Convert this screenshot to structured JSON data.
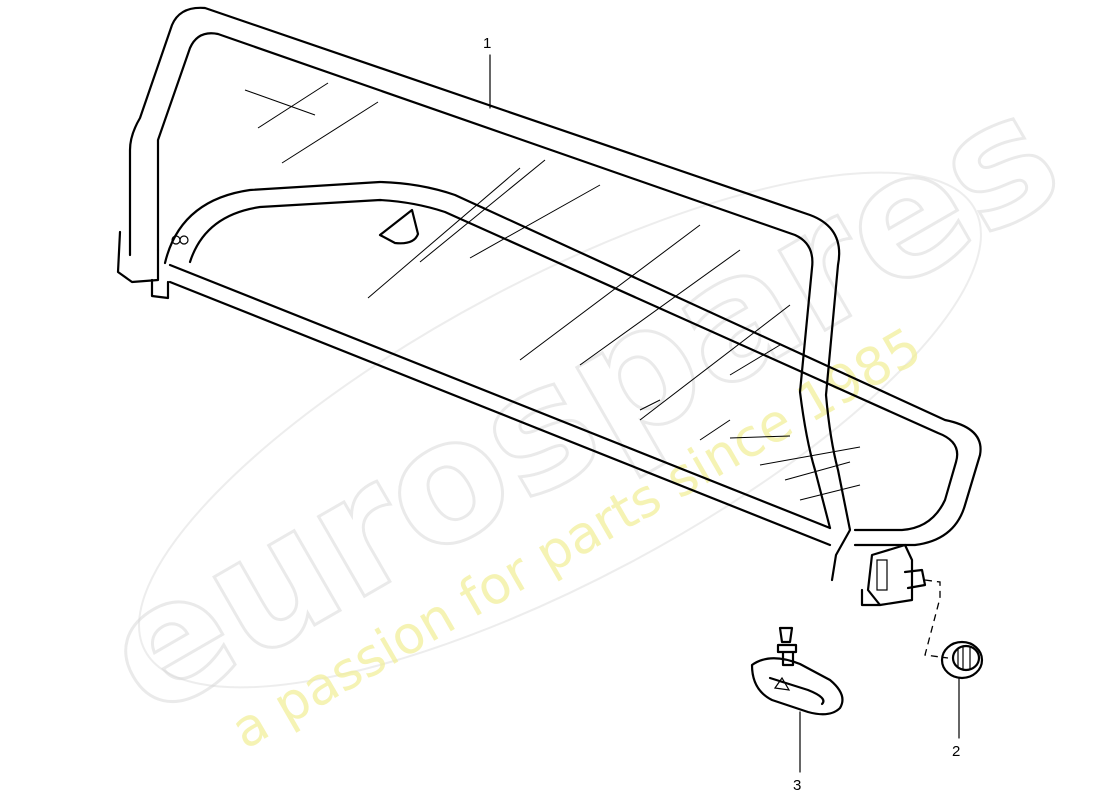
{
  "callouts": [
    {
      "id": "1",
      "label": "1"
    },
    {
      "id": "2",
      "label": "2"
    },
    {
      "id": "3",
      "label": "3"
    }
  ],
  "watermark": {
    "brand": "eurospares",
    "tagline": "a passion for parts since 1985"
  }
}
